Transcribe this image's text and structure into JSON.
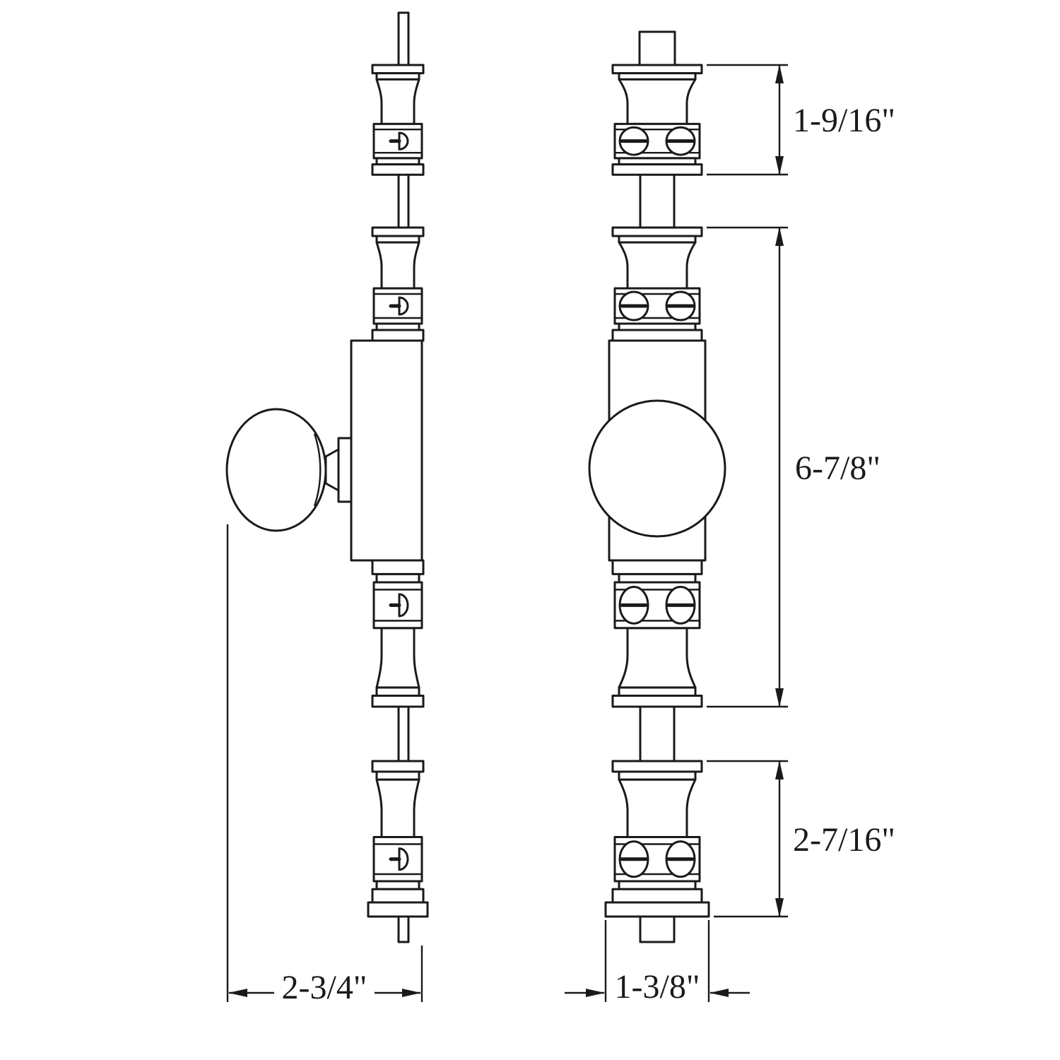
{
  "drawing": {
    "background_color": "#ffffff",
    "line_color": "#1a1a1a",
    "dimensions": {
      "top_guide_height": "1-9/16\"",
      "bolt_section_height": "6-7/8\"",
      "bottom_guide_height": "2-7/16\"",
      "side_projection_depth": "2-3/4\"",
      "plate_width": "1-3/8\""
    }
  }
}
